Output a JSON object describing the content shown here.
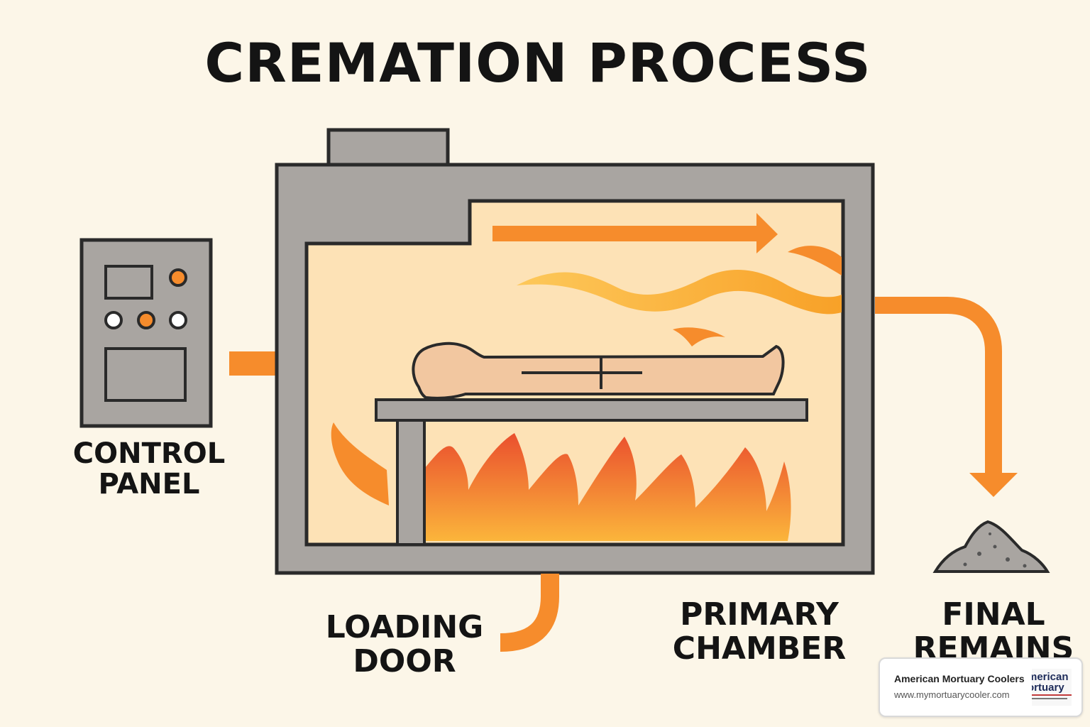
{
  "title": "CREMATION PROCESS",
  "labels": {
    "control_panel": [
      "CONTROL",
      "PANEL"
    ],
    "loading_door": [
      "LOADING",
      "DOOR"
    ],
    "primary_chamber": [
      "PRIMARY",
      "CHAMBER"
    ],
    "final_remains": [
      "FINAL",
      "REMAINS"
    ]
  },
  "badge": {
    "name": "American Mortuary Coolers",
    "url": "www.mymortuarycooler.com",
    "logo_text": [
      "merican",
      "ortuary"
    ]
  },
  "colors": {
    "background": "#fcf6e8",
    "furnace": "#a9a5a1",
    "chamber_interior": "#fde2b6",
    "arrow": "#f68c2c",
    "flame_red": "#ea4f2e",
    "flame_yellow": "#fbb53b",
    "outline": "#2a2a2a"
  }
}
